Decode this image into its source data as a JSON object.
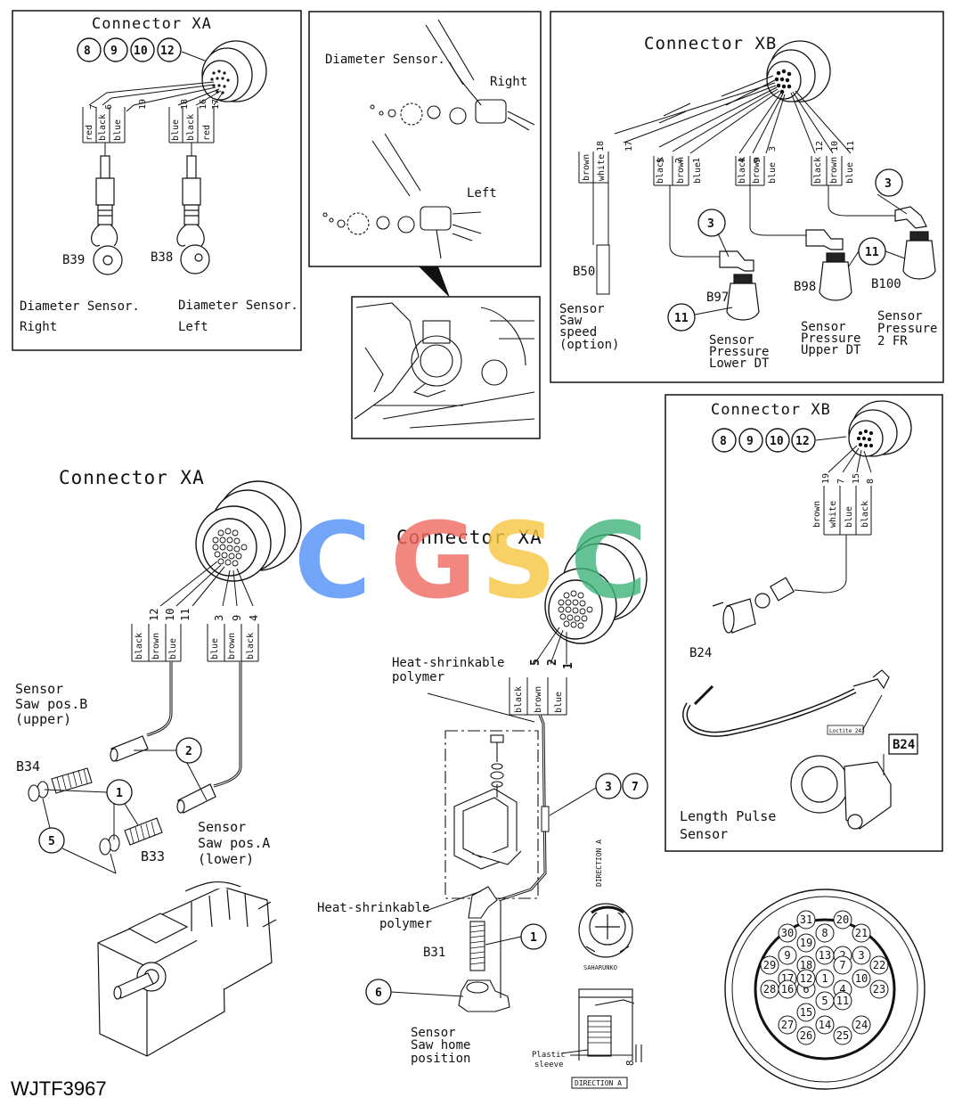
{
  "document_id": "WJTF3967",
  "watermark": {
    "letters": [
      "C",
      "G",
      "S",
      "C"
    ],
    "colors": [
      "#4f8ff7",
      "#f06a60",
      "#f7c640",
      "#3fb47a"
    ]
  },
  "panel_top_left": {
    "connector_title": "Connector XA",
    "bubbles": [
      "8",
      "9",
      "10",
      "12"
    ],
    "left_wires": {
      "numbers": [
        "7",
        "6",
        "19"
      ],
      "colors": [
        "red",
        "black",
        "blue"
      ]
    },
    "right_wires": {
      "numbers": [
        "18",
        "16",
        "17"
      ],
      "colors": [
        "blue",
        "black",
        "red"
      ]
    },
    "sensor_left_id": "B39",
    "sensor_right_id": "B38",
    "caption_left_1": "Diameter Sensor.",
    "caption_left_2": "Right",
    "caption_right_1": "Diameter Sensor.",
    "caption_right_2": "Left"
  },
  "panel_top_mid": {
    "title": "Diameter Sensor.",
    "right": "Right",
    "left": "Left"
  },
  "panel_top_right": {
    "connector_title": "Connector XB",
    "g1_numbers": [
      "18",
      "17"
    ],
    "g1_colors": [
      "brown",
      "white"
    ],
    "g2_numbers": [
      "5",
      "2",
      "1"
    ],
    "g2_colors": [
      "black",
      "brown",
      "blue"
    ],
    "g3_numbers": [
      "4",
      "9",
      "3"
    ],
    "g3_colors": [
      "black",
      "brown",
      "blue"
    ],
    "g4_numbers": [
      "12",
      "10",
      "11"
    ],
    "g4_colors": [
      "black",
      "brown",
      "blue"
    ],
    "b50": "B50",
    "b50_caption": [
      "Sensor",
      "Saw",
      "speed",
      "(option)"
    ],
    "b97": "B97",
    "b97_caption": [
      "Sensor",
      "Pressure",
      "Lower DT"
    ],
    "b98": "B98",
    "b98_caption": [
      "Sensor",
      "Pressure",
      "Upper DT"
    ],
    "b100": "B100",
    "b100_caption": [
      "Sensor",
      "Pressure",
      "2 FR"
    ],
    "bubble_3": "3",
    "bubble_11": "11"
  },
  "panel_mid_right": {
    "connector_title": "Connector XB",
    "bubbles": [
      "8",
      "9",
      "10",
      "12"
    ],
    "wire_numbers": [
      "19",
      "7",
      "15",
      "8"
    ],
    "wire_colors": [
      "brown",
      "white",
      "blue",
      "black"
    ],
    "b24_top": "B24",
    "tag": "Loctite 243",
    "b24_box": "B24",
    "caption": [
      "Length Pulse",
      "Sensor"
    ]
  },
  "bottom_left": {
    "connector_title": "Connector XA",
    "g1_numbers": [
      "12",
      "10",
      "11"
    ],
    "g1_colors": [
      "black",
      "brown",
      "blue"
    ],
    "g2_numbers": [
      "3",
      "9",
      "4"
    ],
    "g2_colors": [
      "blue",
      "brown",
      "black"
    ],
    "sensor_b": [
      "Sensor",
      "Saw pos.B",
      "(upper)"
    ],
    "sensor_a": [
      "Sensor",
      "Saw pos.A",
      "(lower)"
    ],
    "b34": "B34",
    "b33": "B33",
    "bubbles": {
      "one": "1",
      "two": "2",
      "five": "5"
    }
  },
  "bottom_mid": {
    "connector_title": "Connector XA",
    "wire_numbers": [
      "5",
      "2",
      "1"
    ],
    "wire_colors": [
      "black",
      "brown",
      "blue"
    ],
    "heat1": [
      "Heat-shrinkable",
      "polymer"
    ],
    "heat2": [
      "Heat-shrinkable",
      "polymer"
    ],
    "b31": "B31",
    "bubbles": {
      "b3": "3",
      "b7": "7",
      "b1": "1",
      "b6": "6"
    },
    "home": [
      "Sensor",
      "Saw home",
      "position"
    ],
    "direction_vertical": "DIRECTION A",
    "saharunko": "SAHARUNKO",
    "plastic": [
      "Plastic",
      "sleeve"
    ],
    "direction_box": "DIRECTION A",
    "dim": "8"
  },
  "pin_face": {
    "pins": [
      "31",
      "20",
      "30",
      "8",
      "21",
      "19",
      "2",
      "9",
      "18",
      "7",
      "3",
      "22",
      "29",
      "17",
      "1",
      "10",
      "28",
      "16",
      "6",
      "4",
      "23",
      "15",
      "5",
      "11",
      "27",
      "14",
      "24",
      "26",
      "25",
      "12",
      "13"
    ]
  }
}
